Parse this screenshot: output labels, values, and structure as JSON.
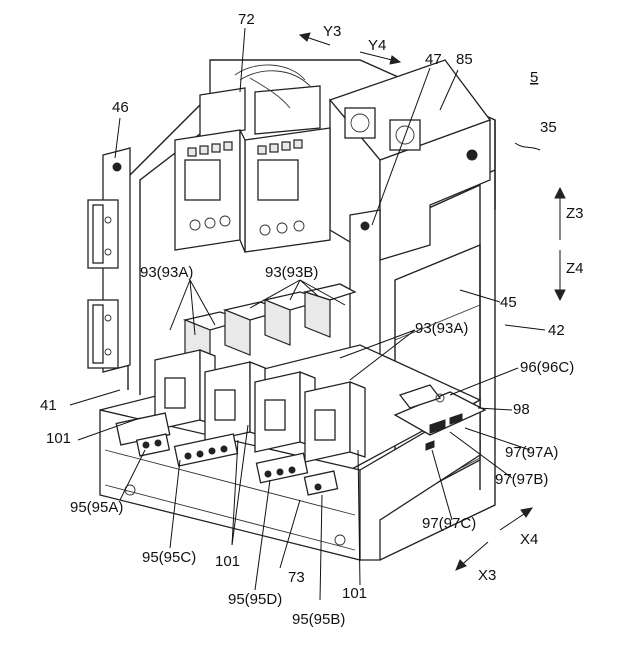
{
  "figure_number": "5",
  "axes": {
    "y3": "Y3",
    "y4": "Y4",
    "z3": "Z3",
    "z4": "Z4",
    "x3": "X3",
    "x4": "X4"
  },
  "labels": {
    "l72": "72",
    "l47": "47",
    "l85": "85",
    "l35": "35",
    "l46": "46",
    "l93a_left": "93(93A)",
    "l93b": "93(93B)",
    "l93a_right": "93(93A)",
    "l45": "45",
    "l42": "42",
    "l41": "41",
    "l101_left": "101",
    "l96": "96(96C)",
    "l98": "98",
    "l97a": "97(97A)",
    "l97b": "97(97B)",
    "l95a": "95(95A)",
    "l97c": "97(97C)",
    "l95c": "95(95C)",
    "l101_mid": "101",
    "l73": "73",
    "l101_right": "101",
    "l95d": "95(95D)",
    "l95b": "95(95B)"
  }
}
